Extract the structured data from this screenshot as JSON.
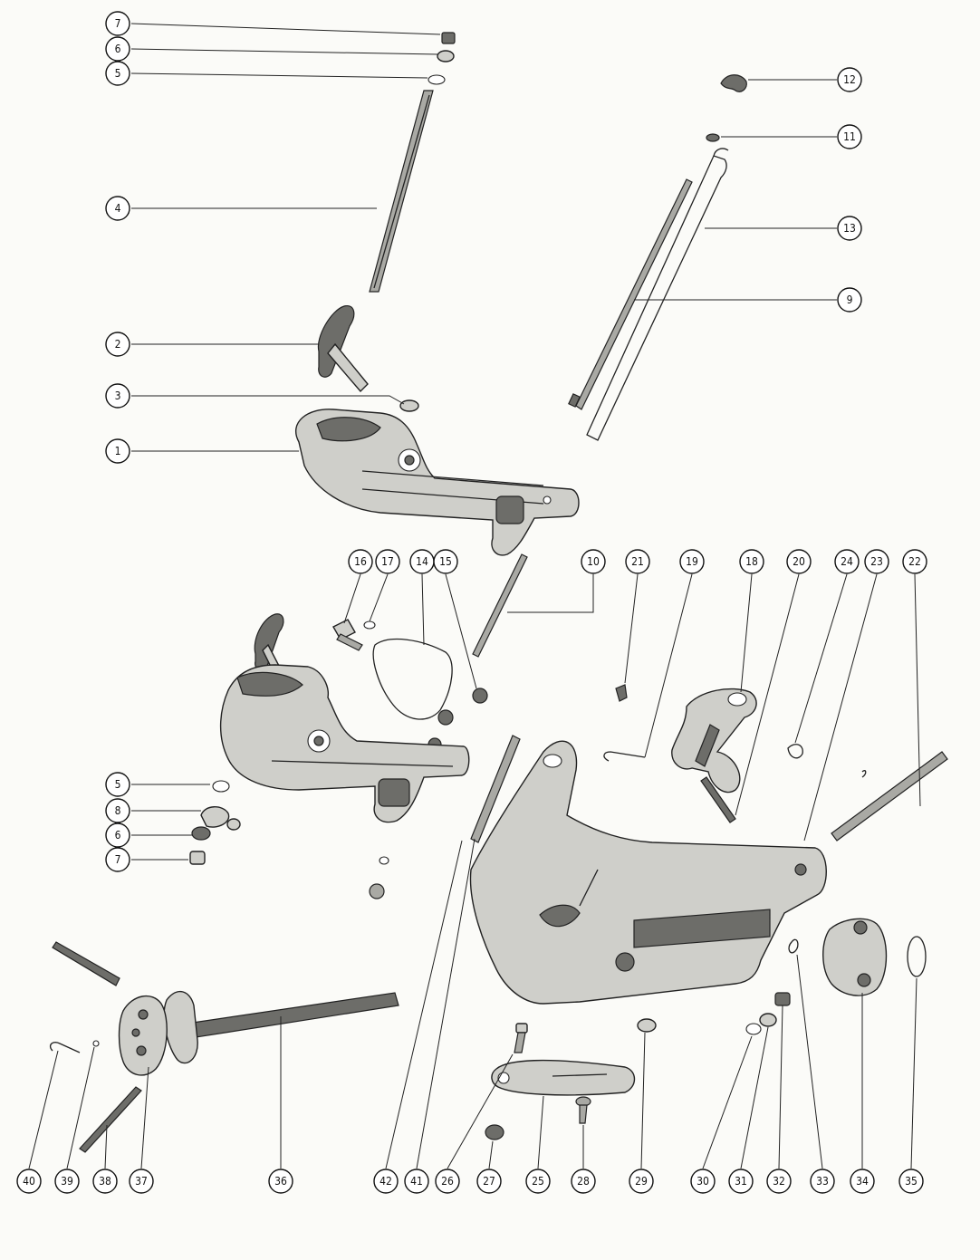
{
  "colors": {
    "paper": "#fbfbf8",
    "ink": "#111111",
    "part_fill": "#cfcfca",
    "part_dark": "#6d6d69"
  },
  "callouts": [
    {
      "id": "c7a",
      "label": "7"
    },
    {
      "id": "c6a",
      "label": "6"
    },
    {
      "id": "c5a",
      "label": "5"
    },
    {
      "id": "c4",
      "label": "4"
    },
    {
      "id": "c2",
      "label": "2"
    },
    {
      "id": "c3",
      "label": "3"
    },
    {
      "id": "c1",
      "label": "1"
    },
    {
      "id": "c12",
      "label": "12"
    },
    {
      "id": "c11",
      "label": "11"
    },
    {
      "id": "c13",
      "label": "13"
    },
    {
      "id": "c9",
      "label": "9"
    },
    {
      "id": "c16",
      "label": "16"
    },
    {
      "id": "c17",
      "label": "17"
    },
    {
      "id": "c14",
      "label": "14"
    },
    {
      "id": "c15",
      "label": "15"
    },
    {
      "id": "c10",
      "label": "10"
    },
    {
      "id": "c21",
      "label": "21"
    },
    {
      "id": "c19",
      "label": "19"
    },
    {
      "id": "c18",
      "label": "18"
    },
    {
      "id": "c20",
      "label": "20"
    },
    {
      "id": "c24",
      "label": "24"
    },
    {
      "id": "c23",
      "label": "23"
    },
    {
      "id": "c22",
      "label": "22"
    },
    {
      "id": "c5b",
      "label": "5"
    },
    {
      "id": "c8",
      "label": "8"
    },
    {
      "id": "c6b",
      "label": "6"
    },
    {
      "id": "c7b",
      "label": "7"
    },
    {
      "id": "c40",
      "label": "40"
    },
    {
      "id": "c39",
      "label": "39"
    },
    {
      "id": "c38",
      "label": "38"
    },
    {
      "id": "c37",
      "label": "37"
    },
    {
      "id": "c36",
      "label": "36"
    },
    {
      "id": "c42",
      "label": "42"
    },
    {
      "id": "c41",
      "label": "41"
    },
    {
      "id": "c26",
      "label": "26"
    },
    {
      "id": "c27",
      "label": "27"
    },
    {
      "id": "c25",
      "label": "25"
    },
    {
      "id": "c28",
      "label": "28"
    },
    {
      "id": "c29",
      "label": "29"
    },
    {
      "id": "c30",
      "label": "30"
    },
    {
      "id": "c31",
      "label": "31"
    },
    {
      "id": "c32",
      "label": "32"
    },
    {
      "id": "c33",
      "label": "33"
    },
    {
      "id": "c34",
      "label": "34"
    },
    {
      "id": "c35",
      "label": "35"
    }
  ]
}
